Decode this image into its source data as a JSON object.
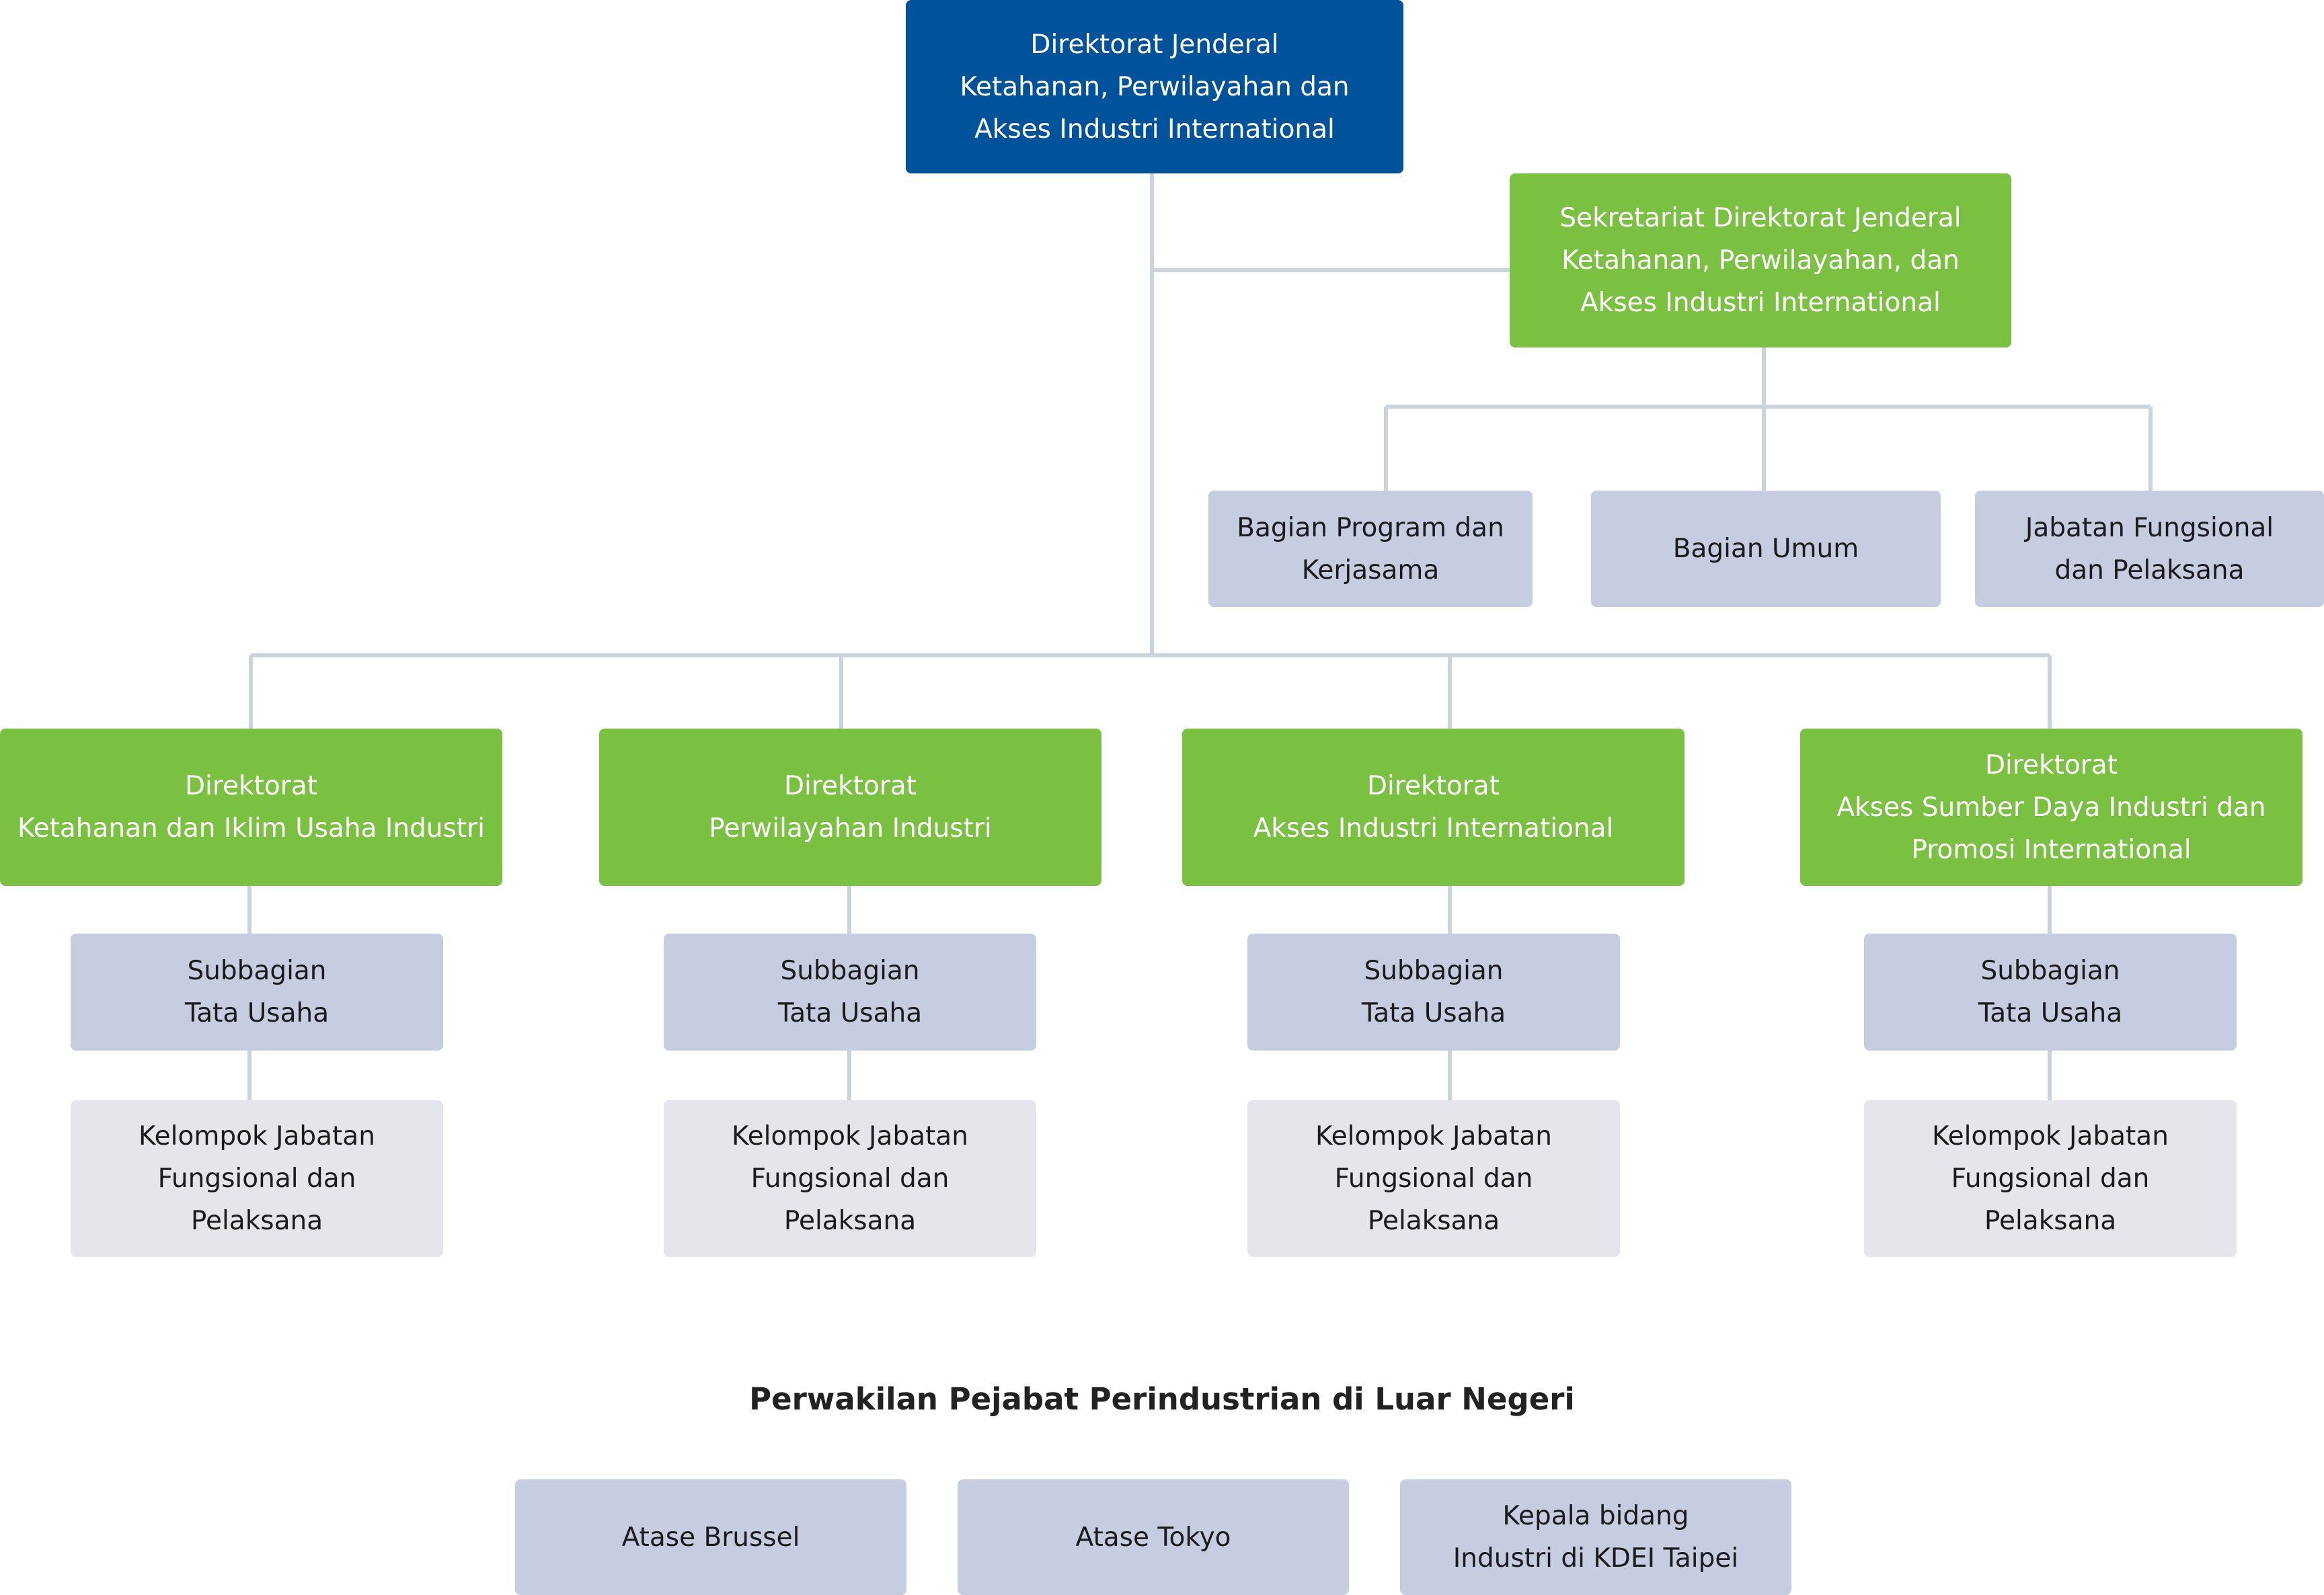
{
  "colors": {
    "navy": "#00529b",
    "green": "#7ac142",
    "grey": "#c6cde0",
    "light": "#e4e6ec",
    "line": "#c9d4dc"
  },
  "top": {
    "title": "Direktorat Jenderal\nKetahanan, Perwilayahan dan\nAkses Industri International"
  },
  "secretariat": {
    "title": "Sekretariat Direktorat Jenderal\nKetahanan, Perwilayahan, dan\nAkses Industri International",
    "units": [
      "Bagian Program dan\nKerjasama",
      "Bagian Umum",
      "Jabatan Fungsional\ndan Pelaksana"
    ]
  },
  "directorates": [
    {
      "title": "Direktorat\nKetahanan dan Iklim Usaha Industri",
      "sub": "Subbagian\nTata Usaha",
      "group": "Kelompok Jabatan\nFungsional dan\nPelaksana"
    },
    {
      "title": "Direktorat\nPerwilayahan Industri",
      "sub": "Subbagian\nTata Usaha",
      "group": "Kelompok Jabatan\nFungsional dan\nPelaksana"
    },
    {
      "title": "Direktorat\nAkses Industri  International",
      "sub": "Subbagian\nTata Usaha",
      "group": "Kelompok Jabatan\nFungsional dan\nPelaksana"
    },
    {
      "title": "Direktorat\nAkses Sumber Daya Industri dan\nPromosi International",
      "sub": "Subbagian\nTata Usaha",
      "group": "Kelompok Jabatan\nFungsional dan\nPelaksana"
    }
  ],
  "overseas": {
    "title": "Perwakilan Pejabat Perindustrian di Luar Negeri",
    "offices": [
      "Atase Brussel",
      "Atase Tokyo",
      "Kepala bidang\nIndustri di KDEI Taipei"
    ]
  }
}
